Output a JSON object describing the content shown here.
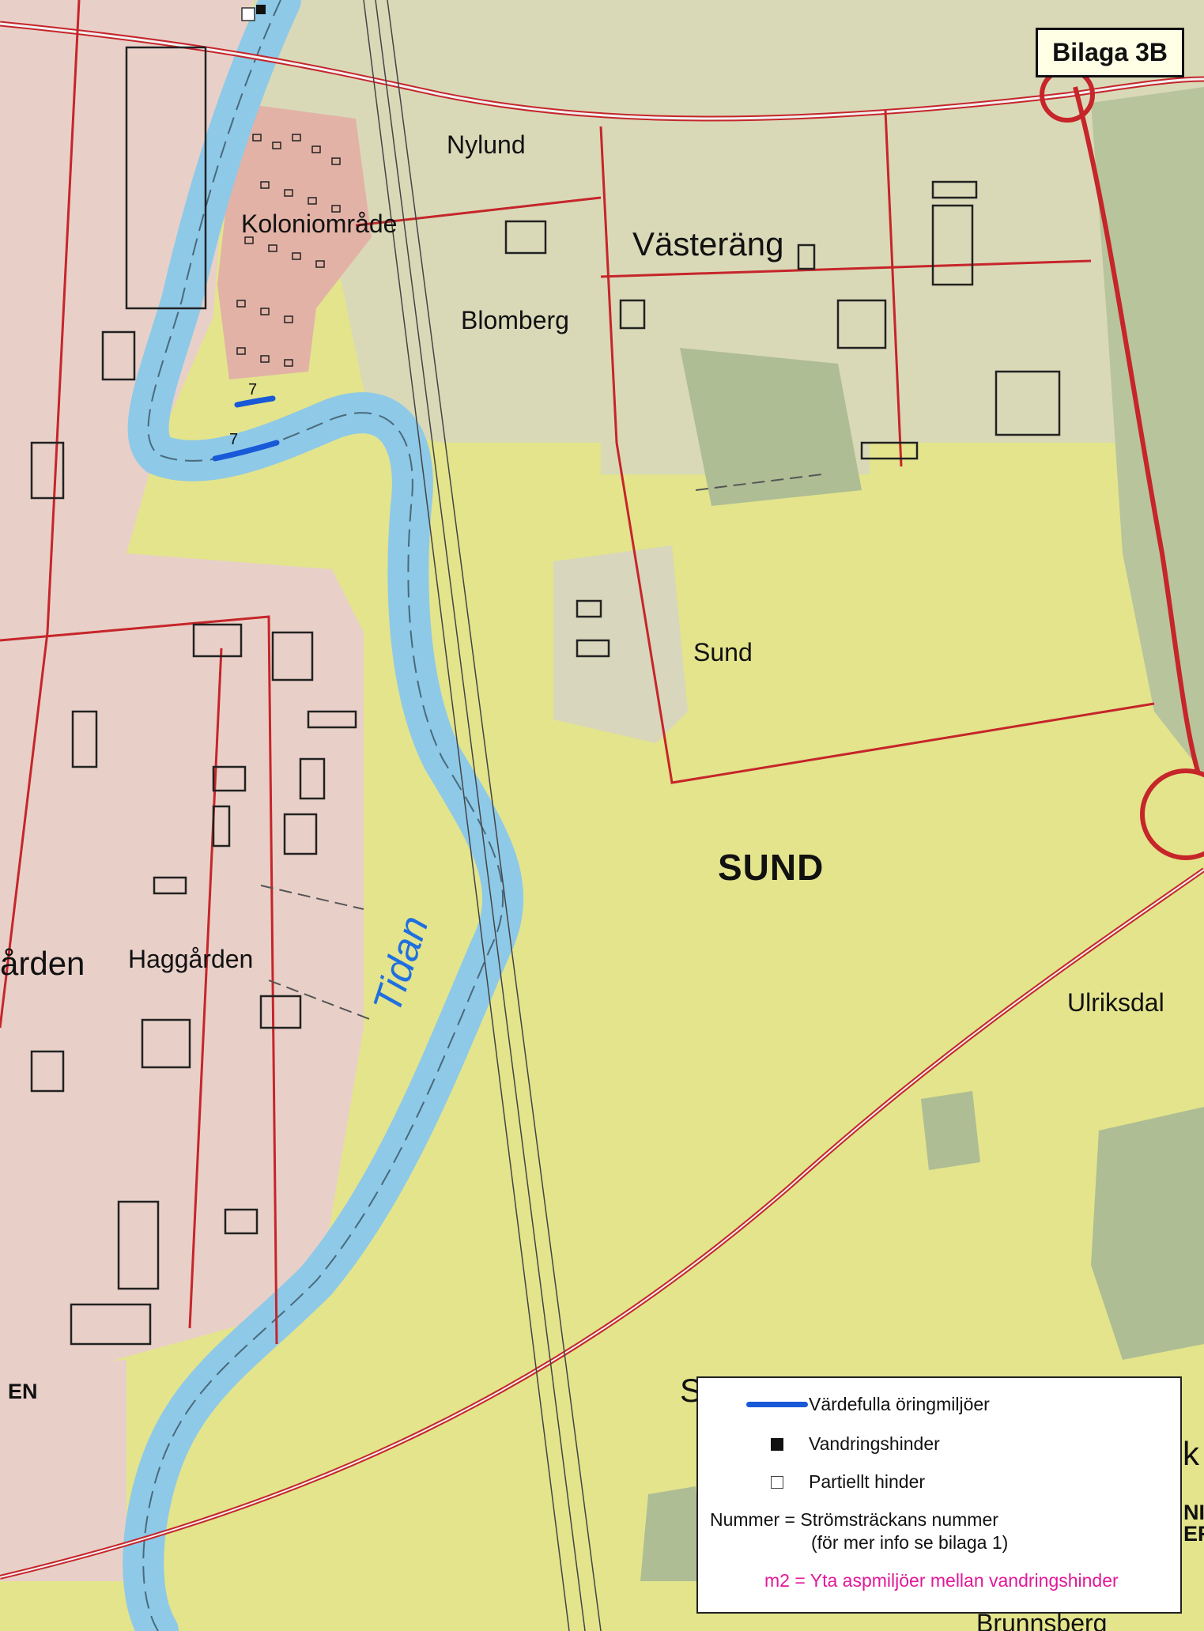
{
  "badge": "Bilaga 3B",
  "colors": {
    "field": "#e3e48c",
    "settlement": "#e8d0c8",
    "koloni": "#e3b2a6",
    "forest": "#aebd94",
    "water": "#8ec9e8",
    "road": "#c6252a",
    "trout_line": "#1859d8",
    "aspen_note": "#e0199a"
  },
  "places": {
    "nylund": "Nylund",
    "koloniomrade": "Koloniområde",
    "vastereng": "Västeräng",
    "blomberg": "Blomberg",
    "sund_farm": "Sund",
    "sund_area": "SUND",
    "haggarden": "Haggården",
    "garden_partial": "ården",
    "ulriksdal": "Ulriksdal",
    "brunnsberg": "Brunnsberg",
    "en_partial": "EN",
    "s_partial": "S",
    "k_partial": "k",
    "ni_partial": "NI",
    "er_partial": "ER"
  },
  "river": {
    "name": "Tidan"
  },
  "stream_numbers": [
    "7",
    "7"
  ],
  "legend": {
    "items": [
      {
        "symbol": "blue-line",
        "label": "Värdefulla öringmiljöer"
      },
      {
        "symbol": "filled-square",
        "label": "Vandringshinder"
      },
      {
        "symbol": "empty-square",
        "label": "Partiellt hinder"
      }
    ],
    "number_note_line1": "Nummer = Strömsträckans nummer",
    "number_note_line2": "(för mer info se bilaga 1)",
    "aspen_note": "m2 = Yta aspmiljöer mellan vandringshinder"
  }
}
